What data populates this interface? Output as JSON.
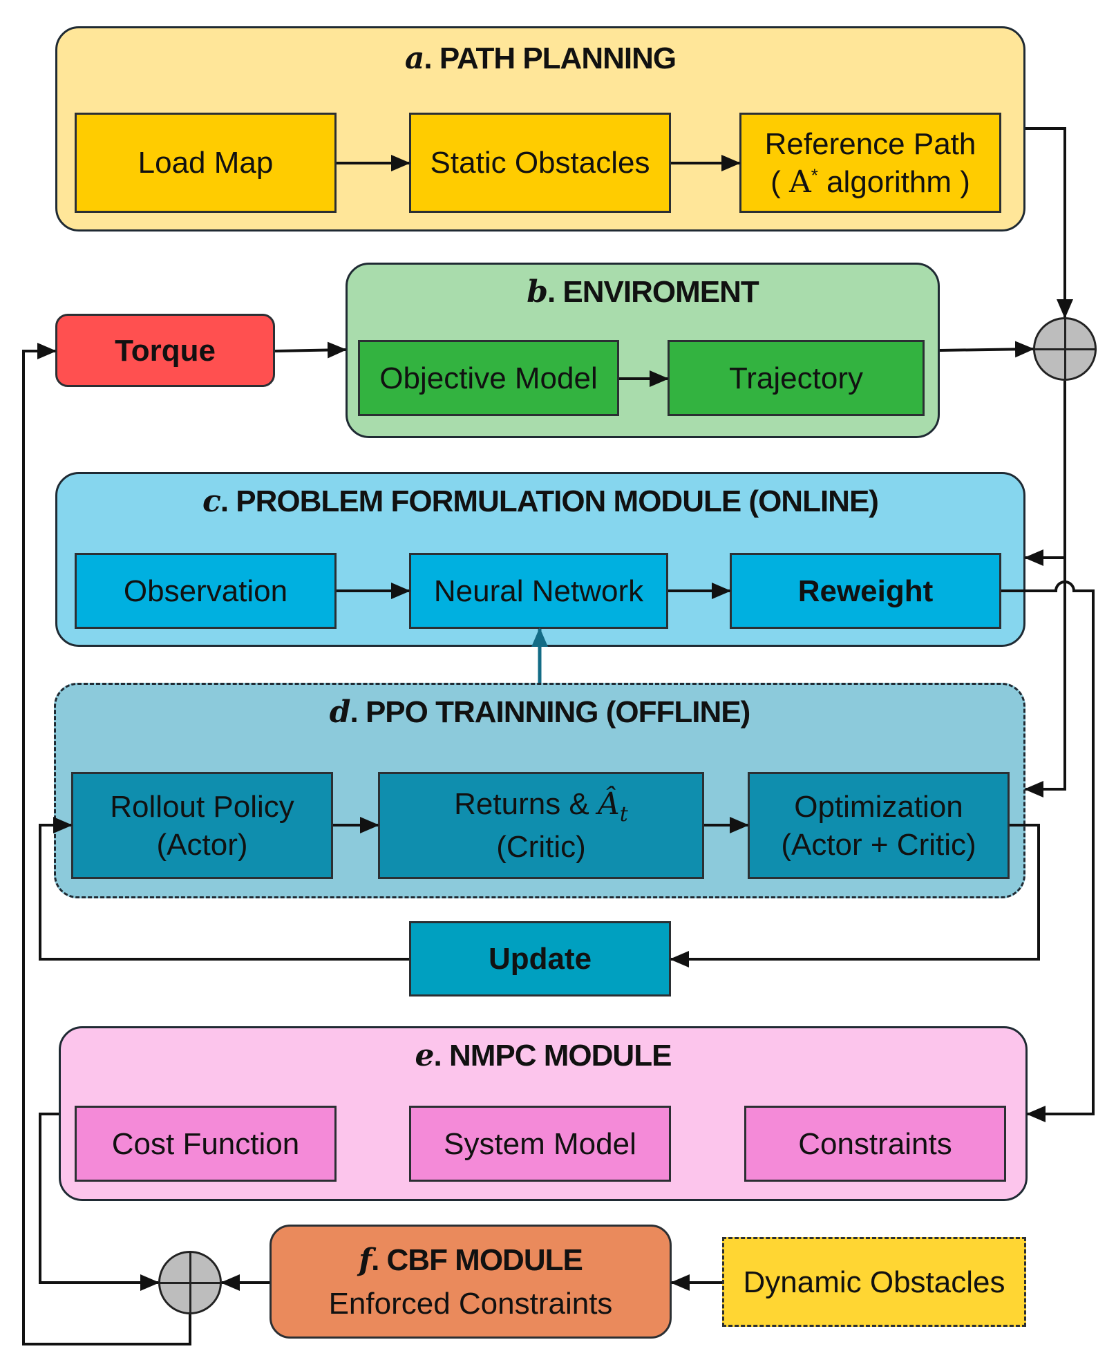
{
  "panels": {
    "a": {
      "letter": "a",
      "title": "PATH PLANNING",
      "color": "#ffe699"
    },
    "b": {
      "letter": "b",
      "title": "ENVIROMENT",
      "color": "#a9dcac"
    },
    "c": {
      "letter": "c",
      "title": "PROBLEM FORMULATION MODULE (ONLINE)",
      "color": "#86d6ee"
    },
    "d": {
      "letter": "d",
      "title": "PPO TRAINNING (OFFLINE)",
      "color": "#8ccadb"
    },
    "e": {
      "letter": "e",
      "title": "NMPC MODULE",
      "color": "#fcc5ec"
    },
    "f": {
      "letter": "f",
      "title": "CBF MODULE",
      "subtitle": "Enforced Constraints",
      "color": "#ea8a5c"
    }
  },
  "nodes": {
    "load_map": "Load Map",
    "static_obstacles": "Static Obstacles",
    "reference_path_line1": "Reference Path",
    "reference_path_line2_pre": "( ",
    "reference_path_line2_sym": "A",
    "reference_path_line2_sup": "*",
    "reference_path_line2_post": " algorithm )",
    "torque": "Torque",
    "objective_model": "Objective Model",
    "trajectory": "Trajectory",
    "observation": "Observation",
    "neural_network": "Neural Network",
    "reweight": "Reweight",
    "rollout_line1": "Rollout Policy",
    "rollout_line2": "(Actor)",
    "returns_line1_pre": "Returns & ",
    "returns_line1_sym": "Â",
    "returns_line1_sub": "t",
    "returns_line2": "(Critic)",
    "optimization_line1": "Optimization",
    "optimization_line2": "(Actor + Critic)",
    "update": "Update",
    "cost_function": "Cost Function",
    "system_model": "System Model",
    "constraints": "Constraints",
    "dynamic_obstacles": "Dynamic Obstacles"
  },
  "colors": {
    "path_box": "#ffcc00",
    "torque": "#ff5050",
    "env_box": "#33b340",
    "pfm_box": "#00b0e0",
    "ppo_box": "#0f8eae",
    "update_box": "#00a0c0",
    "nmpc_box": "#f48ad8",
    "dyn_obst": "#ffd633",
    "sum_node": "#bdbdbd"
  }
}
